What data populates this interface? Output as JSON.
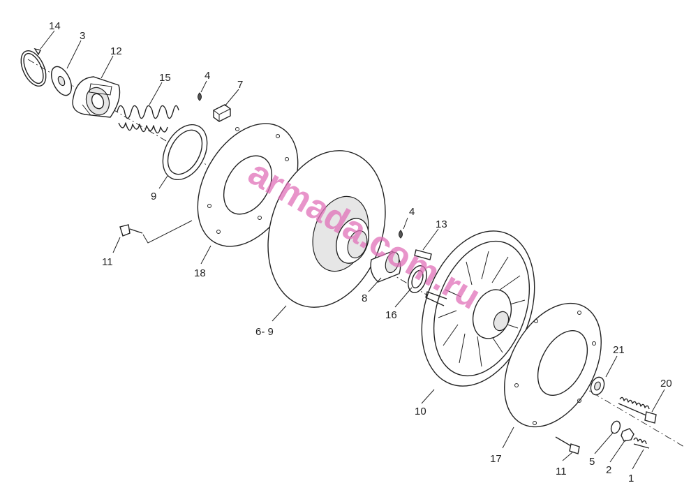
{
  "watermark": "armada.com.ru",
  "callouts": [
    {
      "id": "c14",
      "text": "14"
    },
    {
      "id": "c3",
      "text": "3"
    },
    {
      "id": "c12",
      "text": "12"
    },
    {
      "id": "c15",
      "text": "15"
    },
    {
      "id": "c4a",
      "text": "4"
    },
    {
      "id": "c7",
      "text": "7"
    },
    {
      "id": "c9",
      "text": "9"
    },
    {
      "id": "c11a",
      "text": "11"
    },
    {
      "id": "c18",
      "text": "18"
    },
    {
      "id": "c69",
      "text": "6- 9"
    },
    {
      "id": "c4b",
      "text": "4"
    },
    {
      "id": "c13",
      "text": "13"
    },
    {
      "id": "c8",
      "text": "8"
    },
    {
      "id": "c16",
      "text": "16"
    },
    {
      "id": "c10",
      "text": "10"
    },
    {
      "id": "c21",
      "text": "21"
    },
    {
      "id": "c20",
      "text": "20"
    },
    {
      "id": "c17",
      "text": "17"
    },
    {
      "id": "c11b",
      "text": "11"
    },
    {
      "id": "c5",
      "text": "5"
    },
    {
      "id": "c2",
      "text": "2"
    },
    {
      "id": "c1",
      "text": "1"
    }
  ]
}
